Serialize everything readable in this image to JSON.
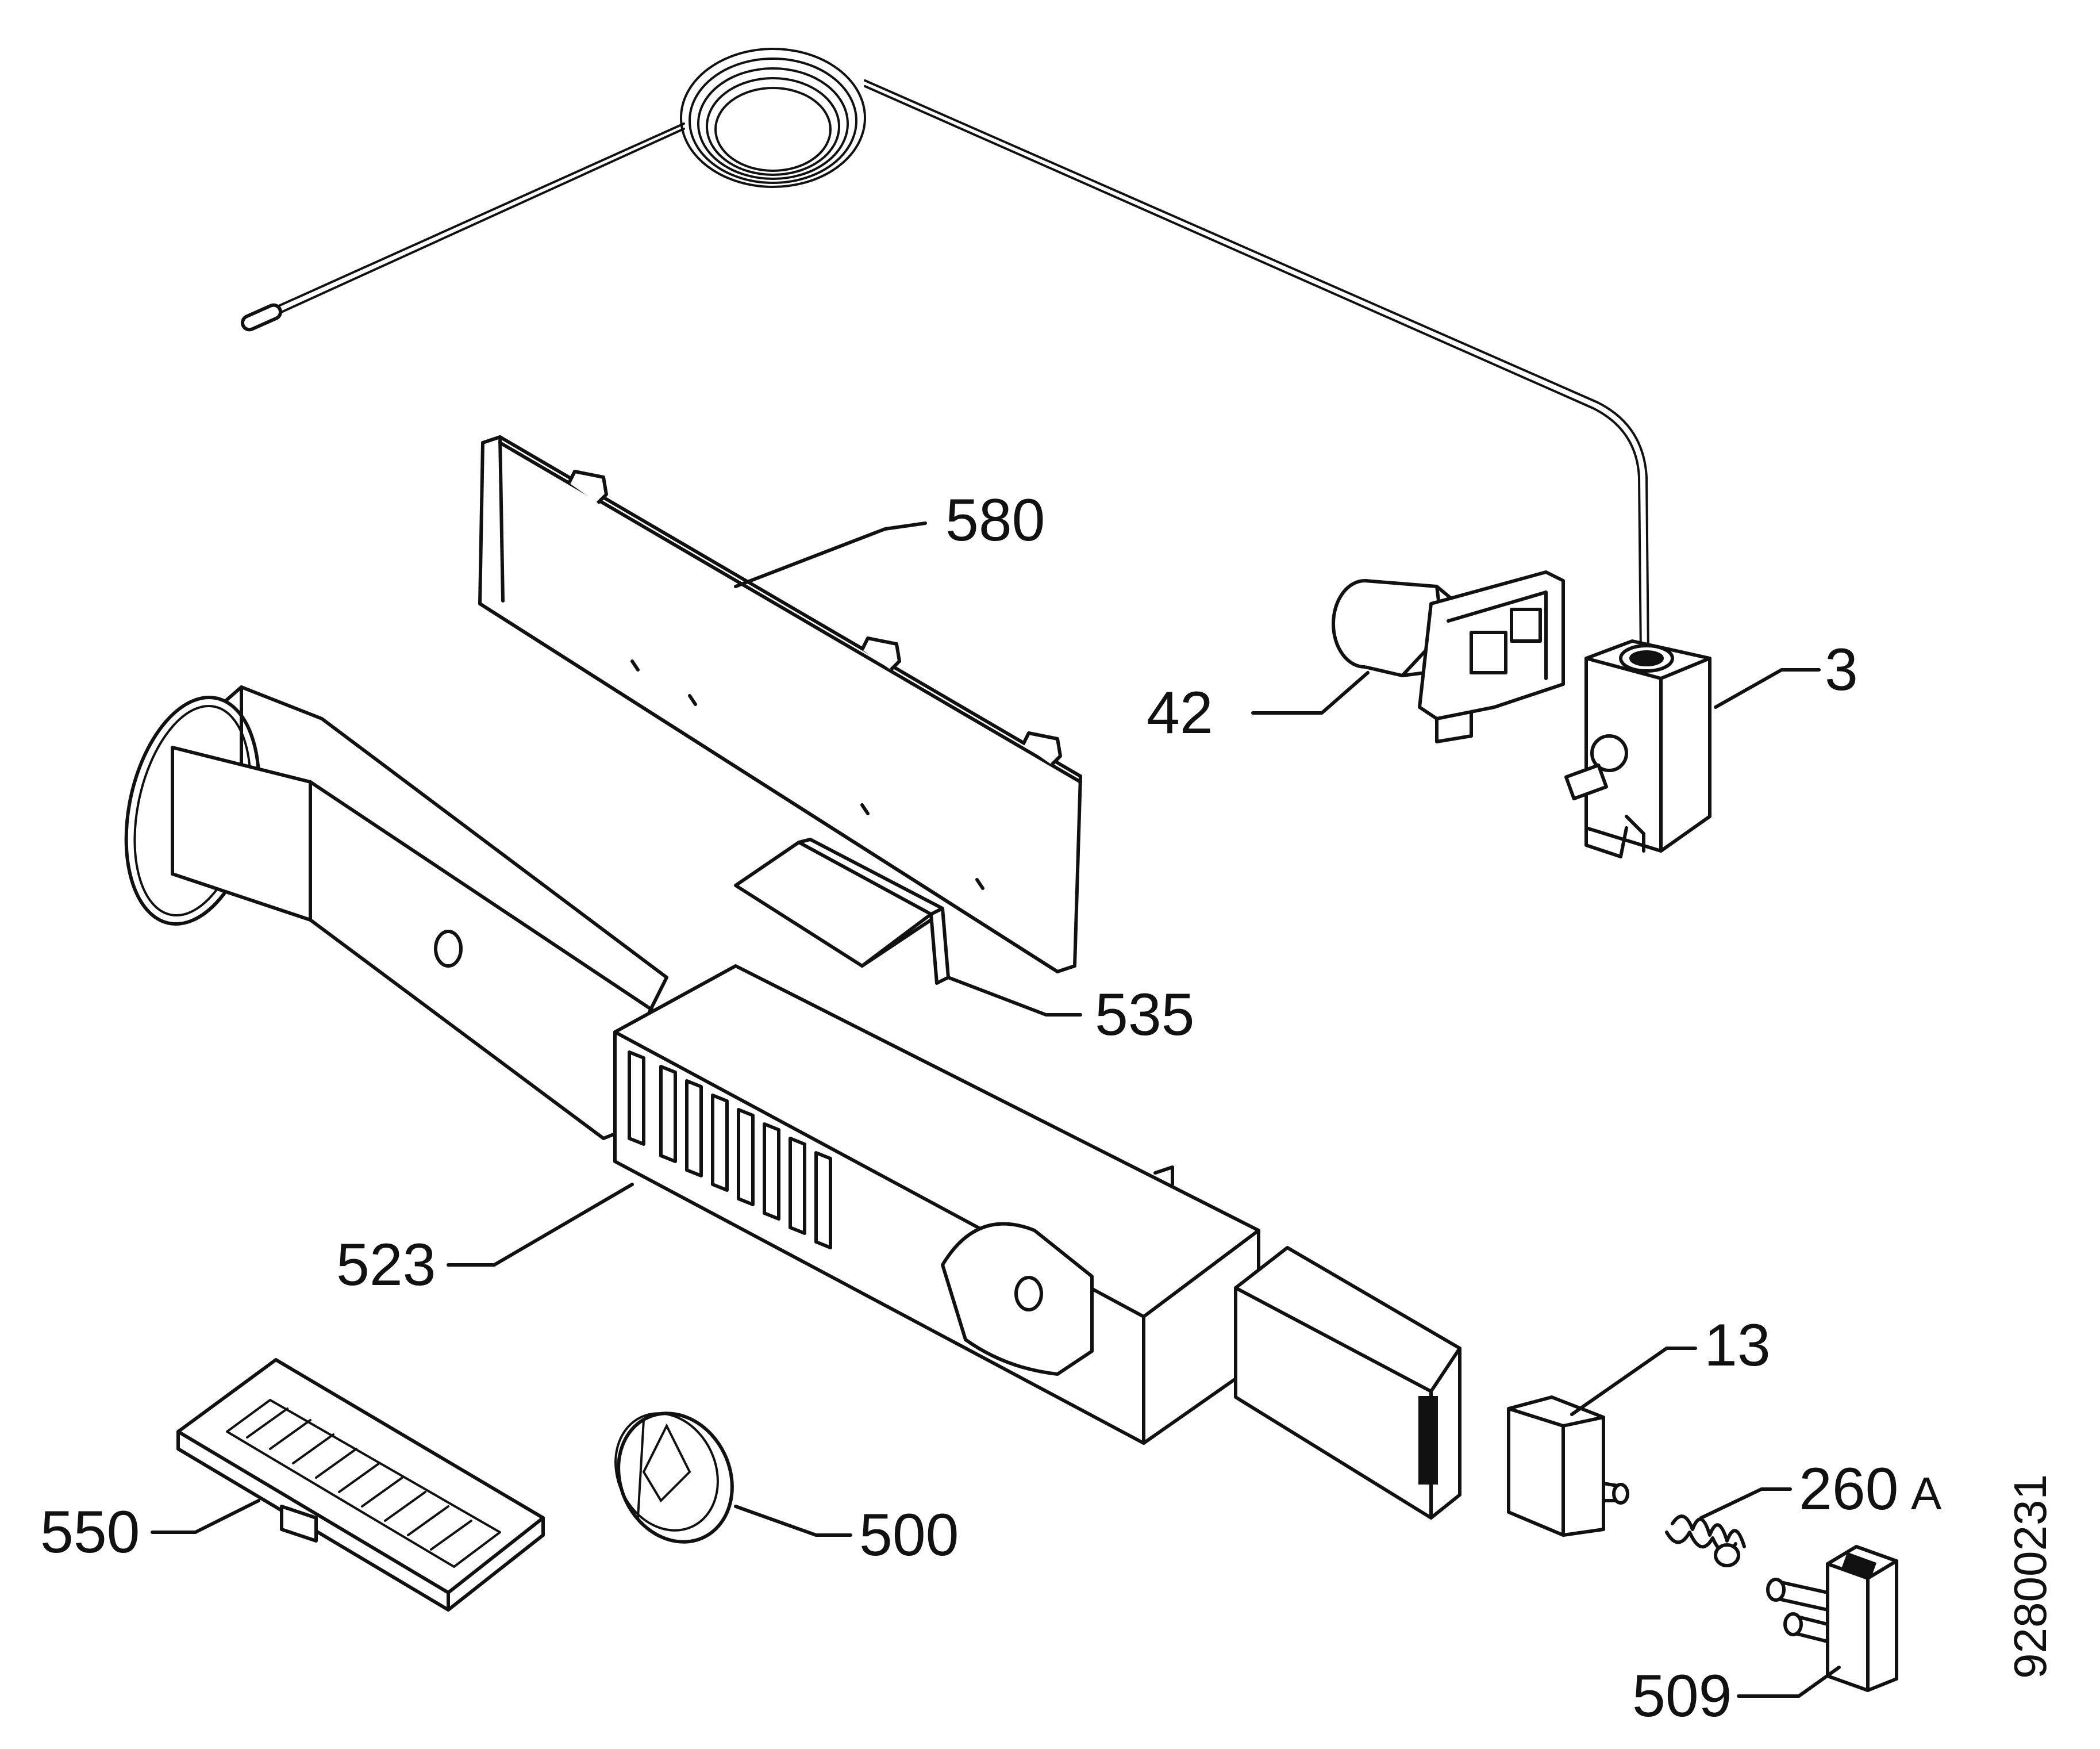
{
  "diagram": {
    "labels": {
      "l580": "580",
      "l42": "42",
      "l3": "3",
      "l535": "535",
      "l523": "523",
      "l13": "13",
      "l260": "260",
      "l260suffix": "A",
      "l550": "550",
      "l500": "500",
      "l509": "509"
    },
    "reference_number": "92800231"
  }
}
